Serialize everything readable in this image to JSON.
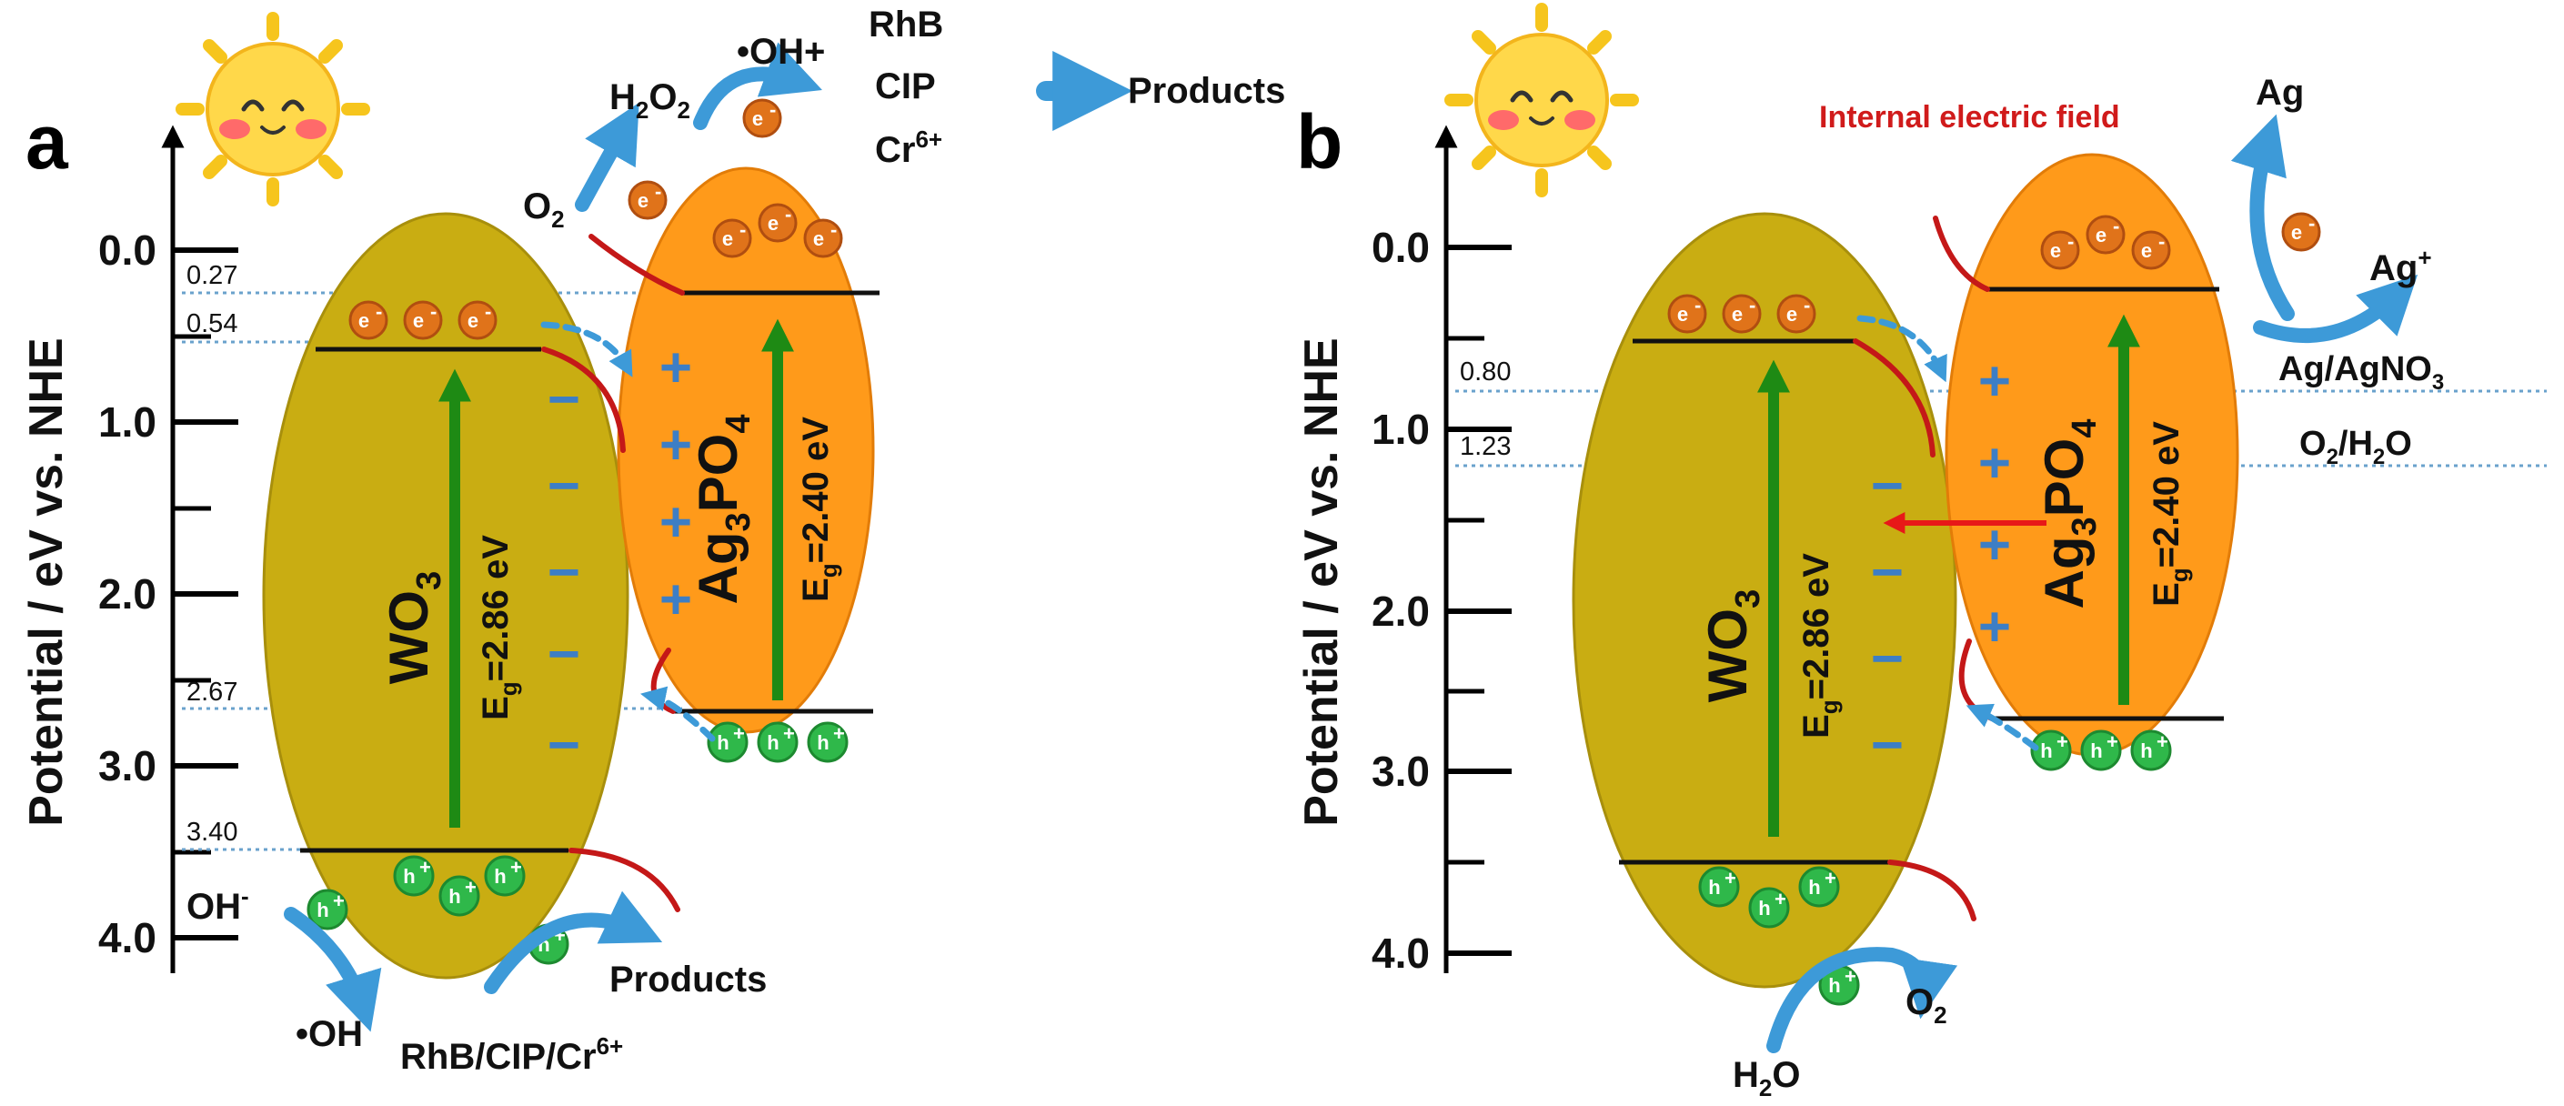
{
  "colors": {
    "wo3_fill": "#c9ad12",
    "ag_fill": "#ff9a1a",
    "electron": "#e0731a",
    "hole": "#2fb84a",
    "band_arrow": "#1e8a14",
    "curve_arrow": "#3d9ad8",
    "interface": "#c41818",
    "field_text": "#d01b1b",
    "dotted": "#6aa2cc"
  },
  "panel_a": {
    "label": "a",
    "ylabel": "Potential / eV vs. NHE",
    "ticks": [
      "0.0",
      "1.0",
      "2.0",
      "3.0",
      "4.0"
    ],
    "levels": [
      "0.27",
      "0.54",
      "2.67",
      "3.40"
    ],
    "wo3": {
      "name": "WO",
      "sub": "3",
      "eg_pre": "E",
      "eg_sub": "g",
      "eg_post": "=2.86 eV"
    },
    "ag": {
      "name_a": "Ag",
      "sub_a": "3",
      "name_b": "PO",
      "sub_b": "4",
      "eg_pre": "E",
      "eg_sub": "g",
      "eg_post": "=2.40 eV"
    },
    "electron_label": "e",
    "electron_sup": "-",
    "hole_label": "h",
    "hole_sup": "+",
    "minus_sign": "−",
    "plus_sign": "+",
    "o2": {
      "base": "O",
      "sub": "2"
    },
    "h2o2": {
      "a": "H",
      "b": "2",
      "c": "O",
      "d": "2"
    },
    "oh_plus": "•OH+",
    "rhb": "RhB",
    "cip": "CIP",
    "cr6": {
      "base": "Cr",
      "sup": "6+"
    },
    "products_top": "Products",
    "oh_minus": {
      "base": "OH",
      "sup": "-"
    },
    "oh_radical": "•OH",
    "products_bottom": "Products",
    "pollutants": {
      "base": "RhB/CIP/Cr",
      "sup": "6+"
    }
  },
  "panel_b": {
    "label": "b",
    "ylabel": "Potential / eV vs. NHE",
    "ticks": [
      "0.0",
      "1.0",
      "2.0",
      "3.0",
      "4.0"
    ],
    "levels": [
      "0.80",
      "1.23"
    ],
    "field_label": "Internal electric field",
    "ag": {
      "base": "Ag"
    },
    "ag_plus": {
      "base": "Ag",
      "sup": "+"
    },
    "ag_agno3": {
      "base": "Ag/AgNO",
      "sub": "3"
    },
    "o2_h2o": {
      "a": "O",
      "b": "2",
      "c": "/H",
      "d": "2",
      "e": "O"
    },
    "o2": {
      "base": "O",
      "sub": "2"
    },
    "h2o": {
      "a": "H",
      "b": "2",
      "c": "O"
    }
  }
}
